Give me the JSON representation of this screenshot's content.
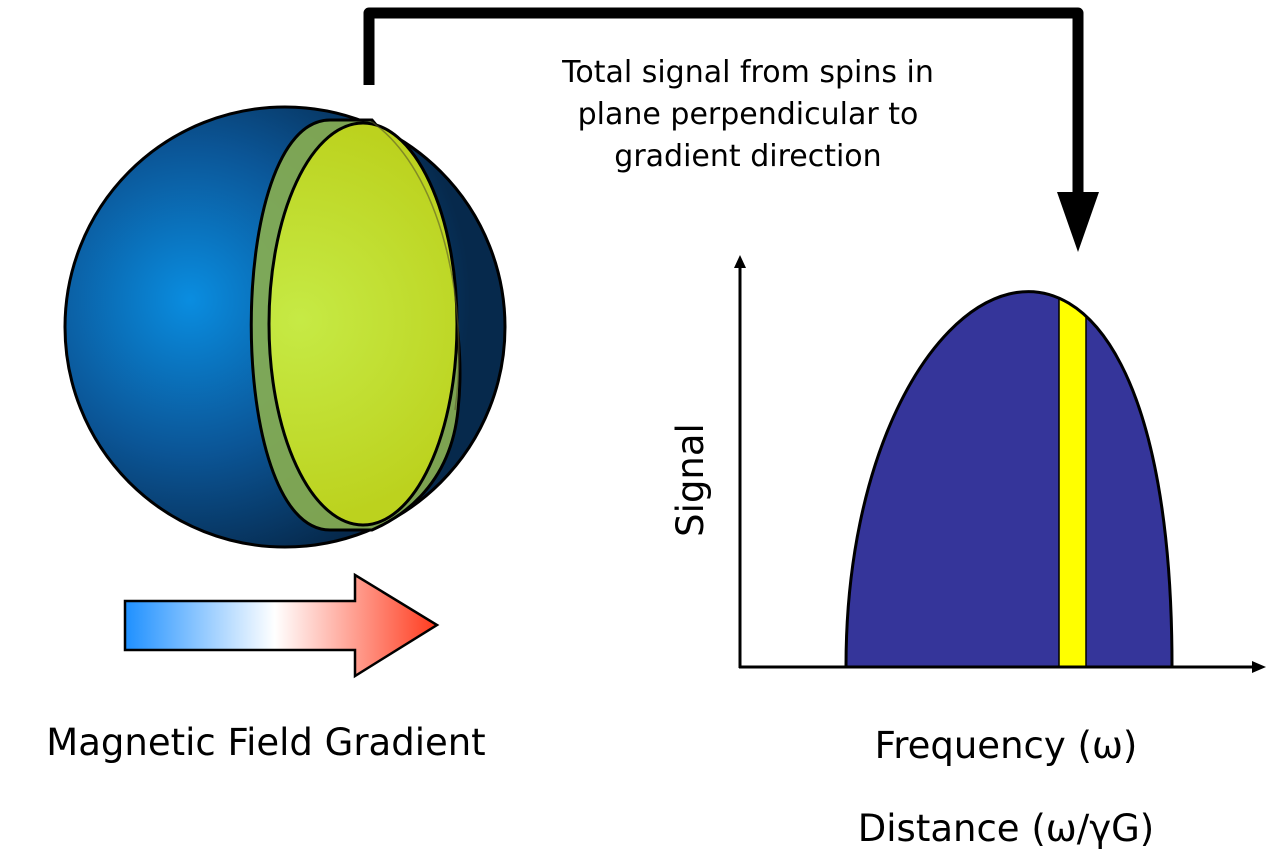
{
  "annotation": {
    "lines": [
      "Total signal from spins in",
      "plane perpendicular to",
      "gradient direction"
    ]
  },
  "gradient_label": "Magnetic Field Gradient",
  "axes": {
    "y_label": "Signal",
    "x_labels": [
      "Frequency (ω)",
      "Distance (ω/γG)"
    ]
  },
  "colors": {
    "sphere_light": "#0a8de0",
    "sphere_dark": "#06294c",
    "slice_face": "#c8e23a",
    "slice_rim": "#86ac52",
    "profile_fill": "#35359a",
    "highlight_band": "#ffff00",
    "gradient_start": "#1e90ff",
    "gradient_mid": "#ffffff",
    "gradient_end": "#ff3b1e",
    "line": "#000000"
  }
}
